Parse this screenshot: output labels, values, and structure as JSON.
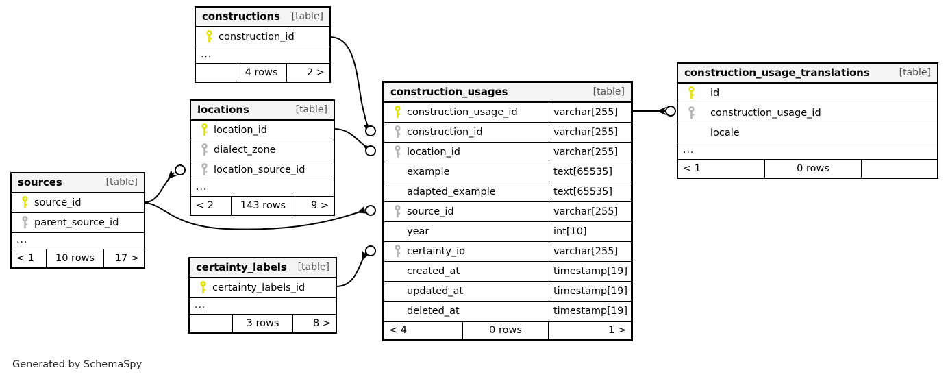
{
  "diagram": {
    "generator_credit": "Generated by SchemaSpy",
    "table_tag": "[table]",
    "ellipsis": "...",
    "colors": {
      "primary_key": "#e3e300",
      "foreign_key": "#b3b3b3",
      "header_background": "#f4f4f4",
      "border": "#000000",
      "tag_text": "#555555",
      "page_background": "#ffffff"
    }
  },
  "tables": {
    "constructions": {
      "name": "constructions",
      "tag": "[table]",
      "columns": [
        {
          "label": "construction_id",
          "key": "primary",
          "type": ""
        }
      ],
      "ellipsis": "...",
      "footer": {
        "left": "",
        "middle": "4 rows",
        "right": "2 >"
      }
    },
    "locations": {
      "name": "locations",
      "tag": "[table]",
      "columns": [
        {
          "label": "location_id",
          "key": "primary",
          "type": ""
        },
        {
          "label": "dialect_zone",
          "key": "foreign",
          "type": ""
        },
        {
          "label": "location_source_id",
          "key": "foreign",
          "type": ""
        }
      ],
      "ellipsis": "...",
      "footer": {
        "left": "< 2",
        "middle": "143 rows",
        "right": "9 >"
      }
    },
    "sources": {
      "name": "sources",
      "tag": "[table]",
      "columns": [
        {
          "label": "source_id",
          "key": "primary",
          "type": ""
        },
        {
          "label": "parent_source_id",
          "key": "foreign",
          "type": ""
        }
      ],
      "ellipsis": "...",
      "footer": {
        "left": "< 1",
        "middle": "10 rows",
        "right": "17 >"
      }
    },
    "certainty_labels": {
      "name": "certainty_labels",
      "tag": "[table]",
      "columns": [
        {
          "label": "certainty_labels_id",
          "key": "primary",
          "type": ""
        }
      ],
      "ellipsis": "...",
      "footer": {
        "left": "",
        "middle": "3 rows",
        "right": "8 >"
      }
    },
    "construction_usages": {
      "name": "construction_usages",
      "tag": "[table]",
      "focus": true,
      "columns": [
        {
          "label": "construction_usage_id",
          "key": "primary",
          "type": "varchar[255]"
        },
        {
          "label": "construction_id",
          "key": "foreign",
          "type": "varchar[255]"
        },
        {
          "label": "location_id",
          "key": "foreign",
          "type": "varchar[255]"
        },
        {
          "label": "example",
          "key": "none",
          "type": "text[65535]"
        },
        {
          "label": "adapted_example",
          "key": "none",
          "type": "text[65535]"
        },
        {
          "label": "source_id",
          "key": "foreign",
          "type": "varchar[255]"
        },
        {
          "label": "year",
          "key": "none",
          "type": "int[10]"
        },
        {
          "label": "certainty_id",
          "key": "foreign",
          "type": "varchar[255]"
        },
        {
          "label": "created_at",
          "key": "none",
          "type": "timestamp[19]"
        },
        {
          "label": "updated_at",
          "key": "none",
          "type": "timestamp[19]"
        },
        {
          "label": "deleted_at",
          "key": "none",
          "type": "timestamp[19]"
        }
      ],
      "footer": {
        "left": "< 4",
        "middle": "0 rows",
        "right": "1 >"
      }
    },
    "construction_usage_translations": {
      "name": "construction_usage_translations",
      "tag": "[table]",
      "columns": [
        {
          "label": "id",
          "key": "primary",
          "type": ""
        },
        {
          "label": "construction_usage_id",
          "key": "foreign",
          "type": ""
        },
        {
          "label": "locale",
          "key": "none",
          "type": ""
        }
      ],
      "ellipsis": "...",
      "footer": {
        "left": "< 1",
        "middle": "0 rows",
        "right": ""
      }
    }
  },
  "relationships": [
    {
      "from": "constructions.construction_id",
      "to": "construction_usages.construction_id"
    },
    {
      "from": "locations.location_id",
      "to": "construction_usages.location_id"
    },
    {
      "from": "sources.source_id",
      "to": "locations.location_source_id"
    },
    {
      "from": "sources.source_id",
      "to": "construction_usages.source_id"
    },
    {
      "from": "certainty_labels.certainty_labels_id",
      "to": "construction_usages.certainty_id"
    },
    {
      "from": "construction_usages.construction_usage_id",
      "to": "construction_usage_translations.construction_usage_id"
    }
  ]
}
